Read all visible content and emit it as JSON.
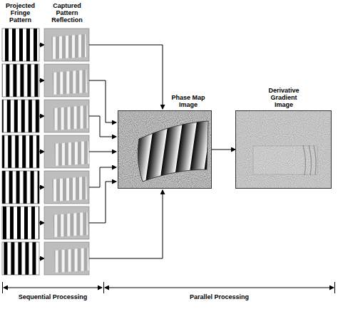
{
  "diagram": {
    "nodes": [
      {
        "text": [
          "Phase Map Image"
        ]
      },
      {
        "text": [
          "Derivative Gradient Image"
        ]
      }
    ],
    "edges": [
      {
        "from": 0,
        "to": 1,
        "arrow": "to"
      }
    ],
    "labels": [
      "Projected Fringe Pattern",
      "Captured Pattern Reflection",
      "Sequential Processing",
      "Parallel Processing"
    ]
  }
}
